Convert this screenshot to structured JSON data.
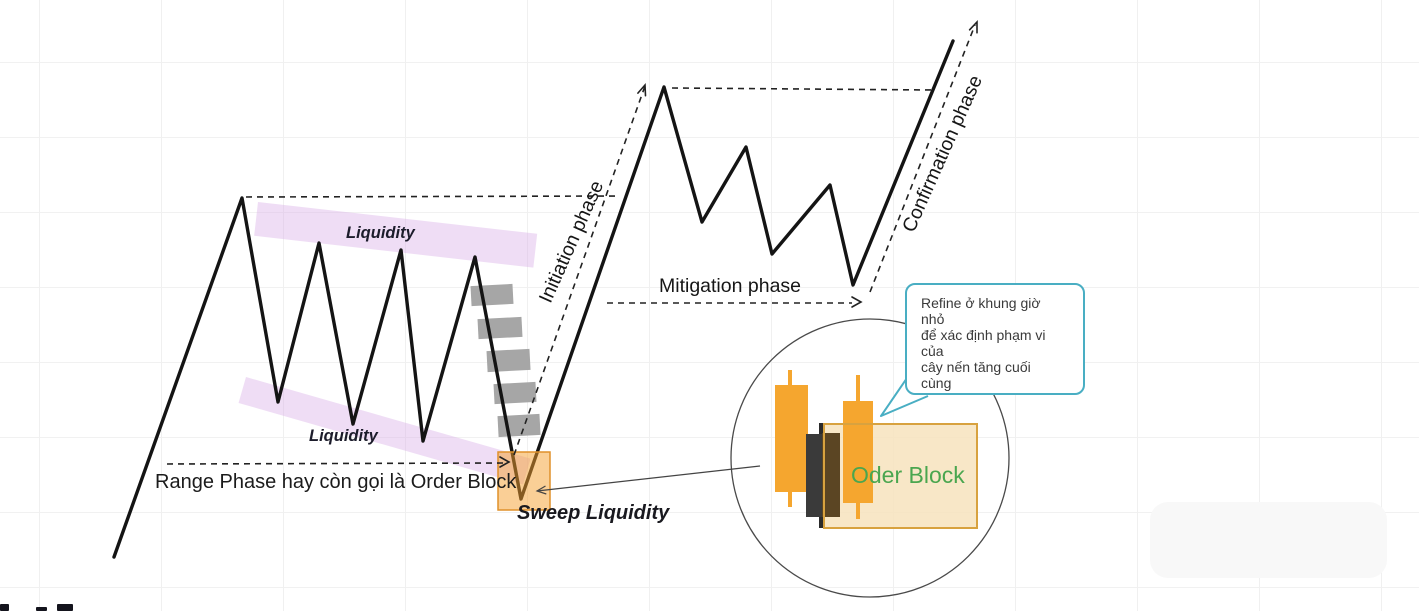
{
  "diagram": {
    "phases": {
      "initiation": "Initiation phase",
      "mitigation": "Mitigation phase",
      "confirmation": "Confirmation phase"
    },
    "liquidity_top": "Liquidity",
    "liquidity_bottom": "Liquidity",
    "range_note": "Range Phase hay còn gọi là Order Block",
    "sweep_note": "Sweep Liquidity",
    "order_block_label": "Oder Block",
    "callout_lines": [
      "Refine ở khung giờ",
      "nhỏ",
      "để xác định phạm vi",
      "của",
      "cây nến tăng cuối",
      "cùng"
    ],
    "colors": {
      "price_line": "#141414",
      "liquidity_band": "#dcb3e8",
      "gray_block": "#a6a6a6",
      "sweep_box_fill": "#f5a02d",
      "sweep_box_border": "#e0912a",
      "candle_orange": "#f5a62f",
      "candle_dark": "#3a3a3a",
      "candle_brown": "#5b4523",
      "order_block_fill": "#f7e3bd",
      "order_block_border": "#d8a23f",
      "order_block_text": "#4aa64f",
      "callout_border": "#49aec3"
    }
  }
}
